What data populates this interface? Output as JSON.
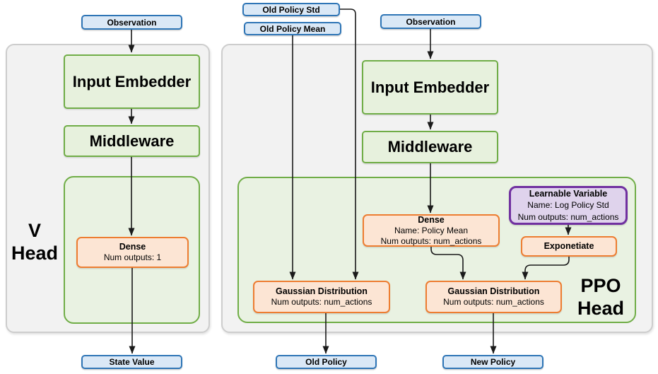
{
  "colors": {
    "blue_border": "#2E75B6",
    "blue_fill": "#DAE8F6",
    "green_border": "#70AD47",
    "green_fill": "#E7F1DD",
    "panel_green_fill": "#E9F2E2",
    "orange_border": "#ED7D31",
    "orange_fill": "#FCE5D4",
    "purple_border": "#7030A0",
    "purple_fill": "#DFD3EC",
    "panel_gray_fill": "#F2F2F2",
    "arrow": "#1A1A1A"
  },
  "v_head": {
    "label": {
      "line1": "V",
      "line2": "Head"
    },
    "inputs": {
      "observation": "Observation"
    },
    "blocks": {
      "input_embedder": "Input Embedder",
      "middleware": "Middleware",
      "dense": {
        "title": "Dense",
        "outputs": "Num outputs: 1"
      }
    },
    "outputs": {
      "state_value": "State Value"
    }
  },
  "ppo_head": {
    "label": {
      "line1": "PPO",
      "line2": "Head"
    },
    "inputs": {
      "old_policy_std": "Old Policy Std",
      "old_policy_mean": "Old Policy Mean",
      "observation": "Observation"
    },
    "blocks": {
      "input_embedder": "Input Embedder",
      "middleware": "Middleware",
      "dense": {
        "title": "Dense",
        "name": "Name: Policy Mean",
        "outputs": "Num outputs: num_actions"
      },
      "learnable_variable": {
        "title": "Learnable Variable",
        "name": "Name: Log Policy Std",
        "outputs": "Num outputs: num_actions"
      },
      "exponetiate": "Exponetiate",
      "gaussian_old": {
        "title": "Gaussian Distribution",
        "outputs": "Num outputs: num_actions"
      },
      "gaussian_new": {
        "title": "Gaussian Distribution",
        "outputs": "Num outputs: num_actions"
      }
    },
    "outputs": {
      "old_policy": "Old Policy",
      "new_policy": "New Policy"
    }
  }
}
